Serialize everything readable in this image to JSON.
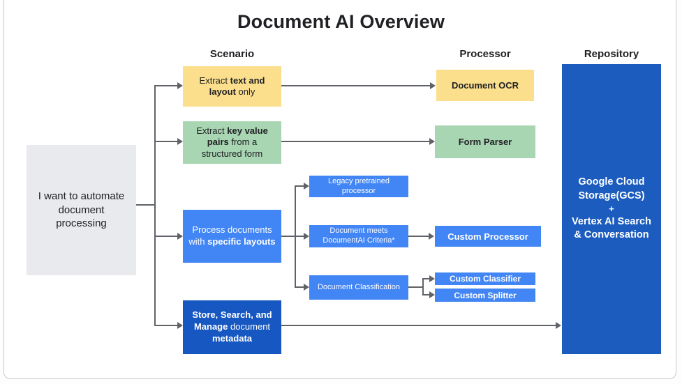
{
  "title": "Document AI Overview",
  "column_headers": {
    "scenario": "Scenario",
    "processor": "Processor",
    "repository": "Repository"
  },
  "start_box": {
    "text": "I want to automate document processing"
  },
  "scenario_boxes": {
    "extract_text_layout": {
      "seg1": "Extract ",
      "seg2": "text and layout",
      "seg3": " only"
    },
    "extract_key_value": {
      "seg1": "Extract ",
      "seg2": "key value pairs",
      "seg3": " from a structured form"
    },
    "specific_layouts": {
      "seg1": "Process documents with ",
      "seg2": "specific layouts"
    },
    "store_search_manage": {
      "seg1": "Store, Search, and Manage",
      "seg2": " document ",
      "seg3": "metadata"
    }
  },
  "decision_boxes": {
    "legacy_pretrained": "Legacy pretrained processor",
    "documentai_criteria": "Document meets DocumentAI Criteria*",
    "document_classification": "Document Classification"
  },
  "processor_boxes": {
    "document_ocr": "Document OCR",
    "form_parser": "Form Parser",
    "custom_processor": "Custom Processor",
    "custom_classifier": "Custom Classifier",
    "custom_splitter": "Custom Splitter"
  },
  "repository_box": {
    "line1": "Google Cloud Storage(GCS)",
    "line2": "+",
    "line3": "Vertex AI Search & Conversation"
  },
  "colors": {
    "yellow": "#fcdf8c",
    "green": "#a8d5b2",
    "blue": "#4285f4",
    "dark_blue": "#1757c2",
    "repository_blue": "#1b5cbe",
    "gray_box": "#e8eaed",
    "connector": "#5f6368",
    "frame": "#c6c9ce",
    "text": "#202124"
  }
}
